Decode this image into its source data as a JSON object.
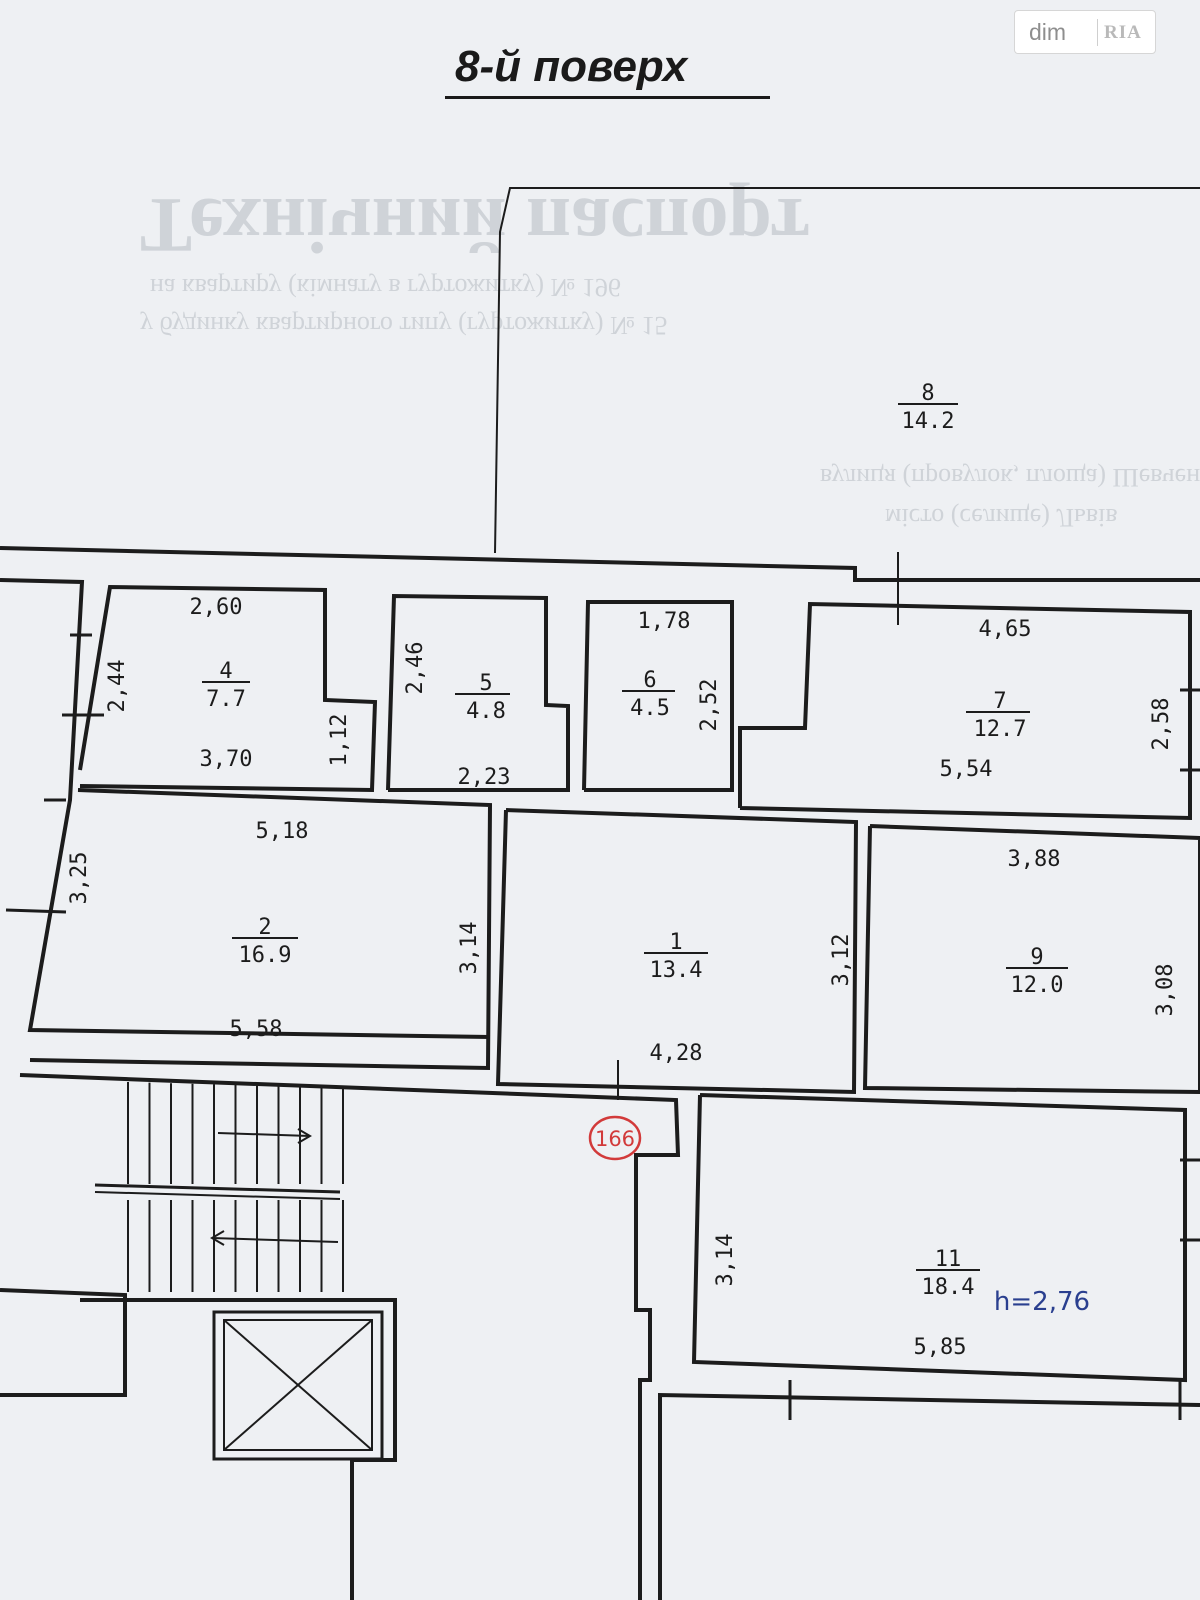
{
  "title": "8-й поверх",
  "logo": {
    "text": "dim",
    "badge": "RIA"
  },
  "ghost_text": {
    "heading": "Технічний паспорт",
    "line1": "на квартиру (кімнату в гуртожитку) № 196",
    "line2": "у будинку квартирного типу (гуртожитку) № 15",
    "line3": "вулиця (провулок, площа) Шевченка",
    "line4": "місто (селище) Львів"
  },
  "rooms": [
    {
      "id": "1",
      "number": "1",
      "area": "13.4"
    },
    {
      "id": "2",
      "number": "2",
      "area": "16.9"
    },
    {
      "id": "4",
      "number": "4",
      "area": "7.7"
    },
    {
      "id": "5",
      "number": "5",
      "area": "4.8"
    },
    {
      "id": "6",
      "number": "6",
      "area": "4.5"
    },
    {
      "id": "7",
      "number": "7",
      "area": "12.7"
    },
    {
      "id": "8",
      "number": "8",
      "area": "14.2"
    },
    {
      "id": "9",
      "number": "9",
      "area": "12.0"
    },
    {
      "id": "11",
      "number": "11",
      "area": "18.4"
    }
  ],
  "dimensions": [
    "2,60",
    "2,44",
    "3,70",
    "1,12",
    "2,46",
    "2,23",
    "1,78",
    "2,52",
    "4,65",
    "2,58",
    "5,54",
    "5,18",
    "3,25",
    "3,14",
    "5,58",
    "3,12",
    "4,28",
    "3,88",
    "3,08",
    "3,14",
    "5,85"
  ],
  "ceiling_height": "h=2,76",
  "apartment_stamp": "166",
  "colors": {
    "lines": "#1c1c1c",
    "stamp": "#d23a3a",
    "annotation": "#2a3f8f",
    "paper": "#eef0f3"
  }
}
